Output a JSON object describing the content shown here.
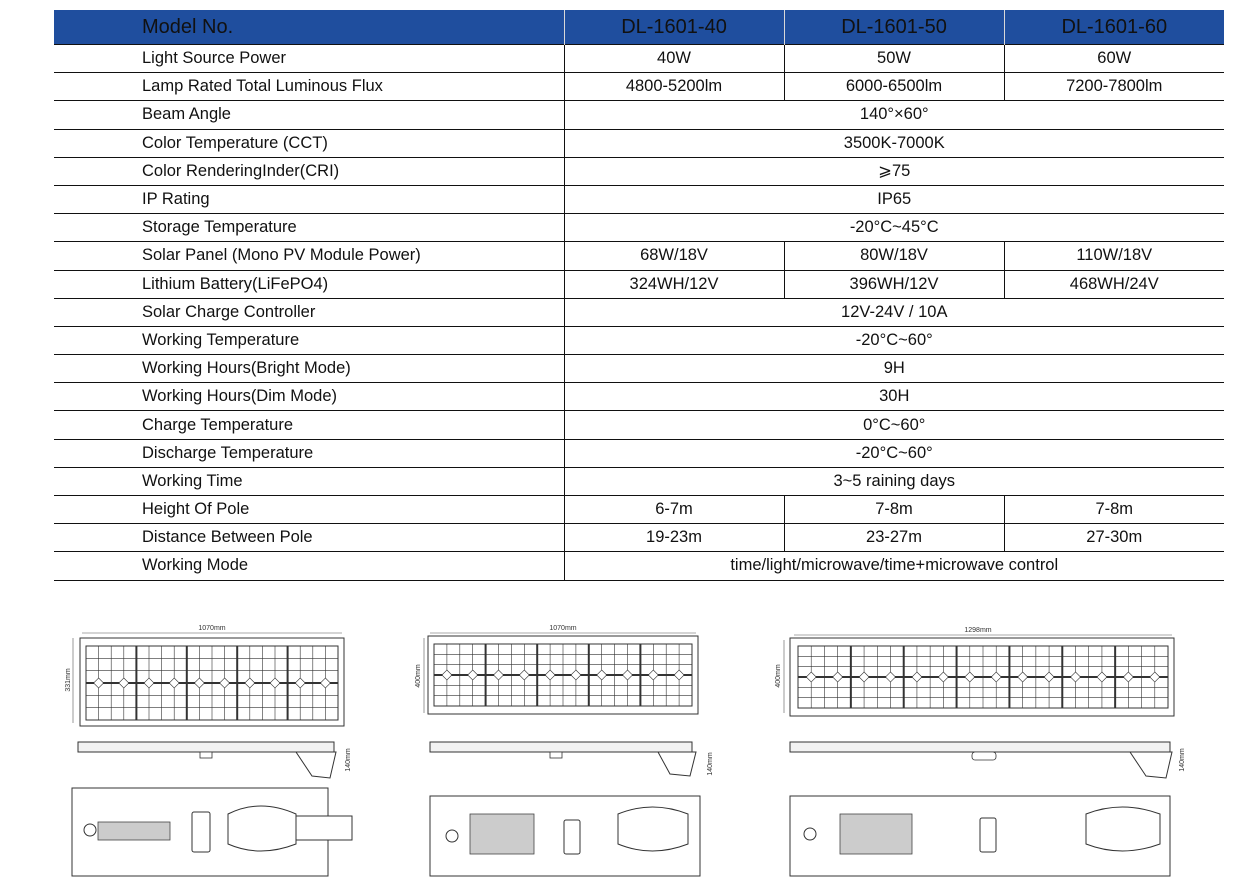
{
  "table": {
    "header": [
      "Model No.",
      "DL-1601-40",
      "DL-1601-50",
      "DL-1601-60"
    ],
    "rows": [
      {
        "label": "Light Source Power",
        "values": [
          "40W",
          "50W",
          "60W"
        ]
      },
      {
        "label": "Lamp Rated Total Luminous Flux",
        "values": [
          "4800-5200lm",
          "6000-6500lm",
          "7200-7800lm"
        ]
      },
      {
        "label": "Beam Angle",
        "values": [
          "140°×60°"
        ]
      },
      {
        "label": "Color Temperature (CCT)",
        "values": [
          "3500K-7000K"
        ]
      },
      {
        "label": "Color RenderingInder(CRI)",
        "values": [
          "⩾75"
        ]
      },
      {
        "label": "IP Rating",
        "values": [
          "IP65"
        ]
      },
      {
        "label": "Storage Temperature",
        "values": [
          "-20°C~45°C"
        ]
      },
      {
        "label": "Solar Panel (Mono PV Module Power)",
        "values": [
          "68W/18V",
          "80W/18V",
          "110W/18V"
        ]
      },
      {
        "label": "Lithium Battery(LiFePO4)",
        "values": [
          "324WH/12V",
          "396WH/12V",
          "468WH/24V"
        ]
      },
      {
        "label": "Solar Charge Controller",
        "values": [
          "12V-24V  / 10A"
        ]
      },
      {
        "label": "Working Temperature",
        "values": [
          "-20°C~60°"
        ]
      },
      {
        "label": "Working Hours(Bright Mode)",
        "values": [
          "9H"
        ]
      },
      {
        "label": "Working Hours(Dim Mode)",
        "values": [
          "30H"
        ]
      },
      {
        "label": "Charge Temperature",
        "values": [
          "0°C~60°"
        ]
      },
      {
        "label": "Discharge Temperature",
        "values": [
          "-20°C~60°"
        ]
      },
      {
        "label": "Working Time",
        "values": [
          "3~5 raining days"
        ]
      },
      {
        "label": "Height Of Pole",
        "values": [
          "6-7m",
          "7-8m",
          "7-8m"
        ]
      },
      {
        "label": "Distance Between Pole",
        "values": [
          "19-23m",
          "23-27m",
          "27-30m"
        ]
      },
      {
        "label": "Working Mode",
        "values": [
          "time/light/microwave/time+microwave control"
        ]
      }
    ]
  },
  "drawings": [
    {
      "width_label": "1070mm",
      "height_label": "331mm",
      "side_label": "140mm",
      "panel_columns": 5
    },
    {
      "width_label": "1070mm",
      "height_label": "400mm",
      "side_label": "140mm",
      "panel_columns": 5
    },
    {
      "width_label": "1298mm",
      "height_label": "400mm",
      "side_label": "140mm",
      "panel_columns": 7
    }
  ]
}
